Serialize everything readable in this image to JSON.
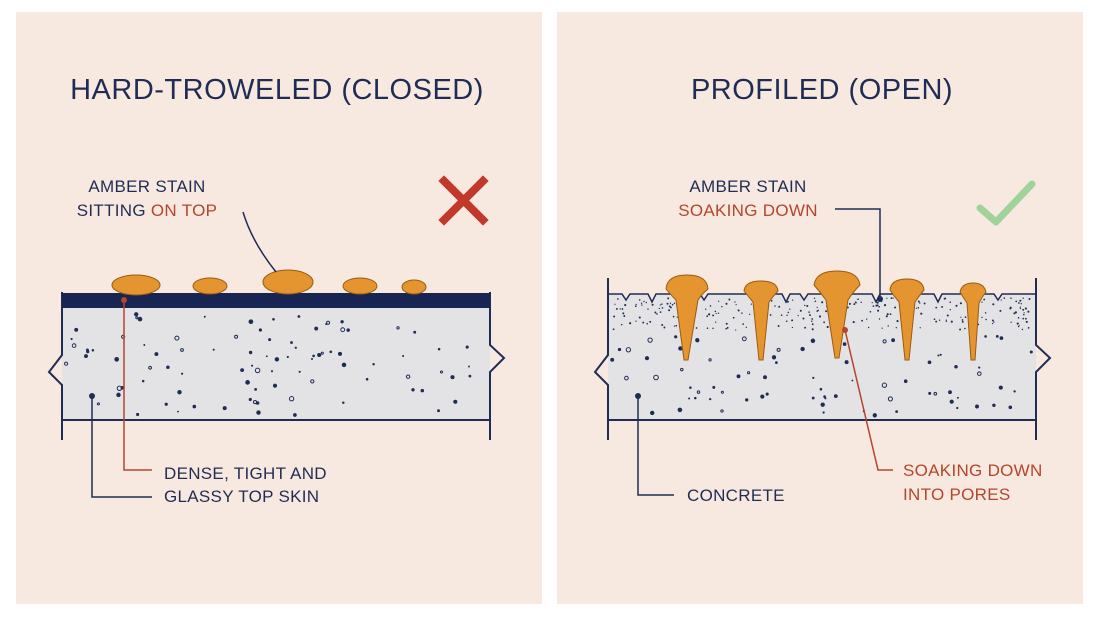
{
  "panels": {
    "left": {
      "title": "HARD-TROWELED (CLOSED)",
      "stain_label_line1": "AMBER STAIN",
      "stain_label_line2a": "SITTING ",
      "stain_label_line2b": "ON TOP",
      "skin_label_line1": "DENSE, TIGHT AND",
      "skin_label_line2": "GLASSY TOP SKIN",
      "status_icon": "cross-icon"
    },
    "right": {
      "title": "PROFILED (OPEN)",
      "stain_label_line1": "AMBER STAIN",
      "stain_label_line2": "SOAKING DOWN",
      "concrete_label": "CONCRETE",
      "pores_label_line1": "SOAKING DOWN",
      "pores_label_line2": "INTO PORES",
      "status_icon": "checkmark-icon"
    }
  },
  "colors": {
    "background": "#f8e9e0",
    "concrete": "#e3e3e6",
    "ink": "#1f2d55",
    "stain": "#e5952f",
    "accent": "#b4452c",
    "cross": "#c0392b",
    "check": "#9fd39a"
  }
}
